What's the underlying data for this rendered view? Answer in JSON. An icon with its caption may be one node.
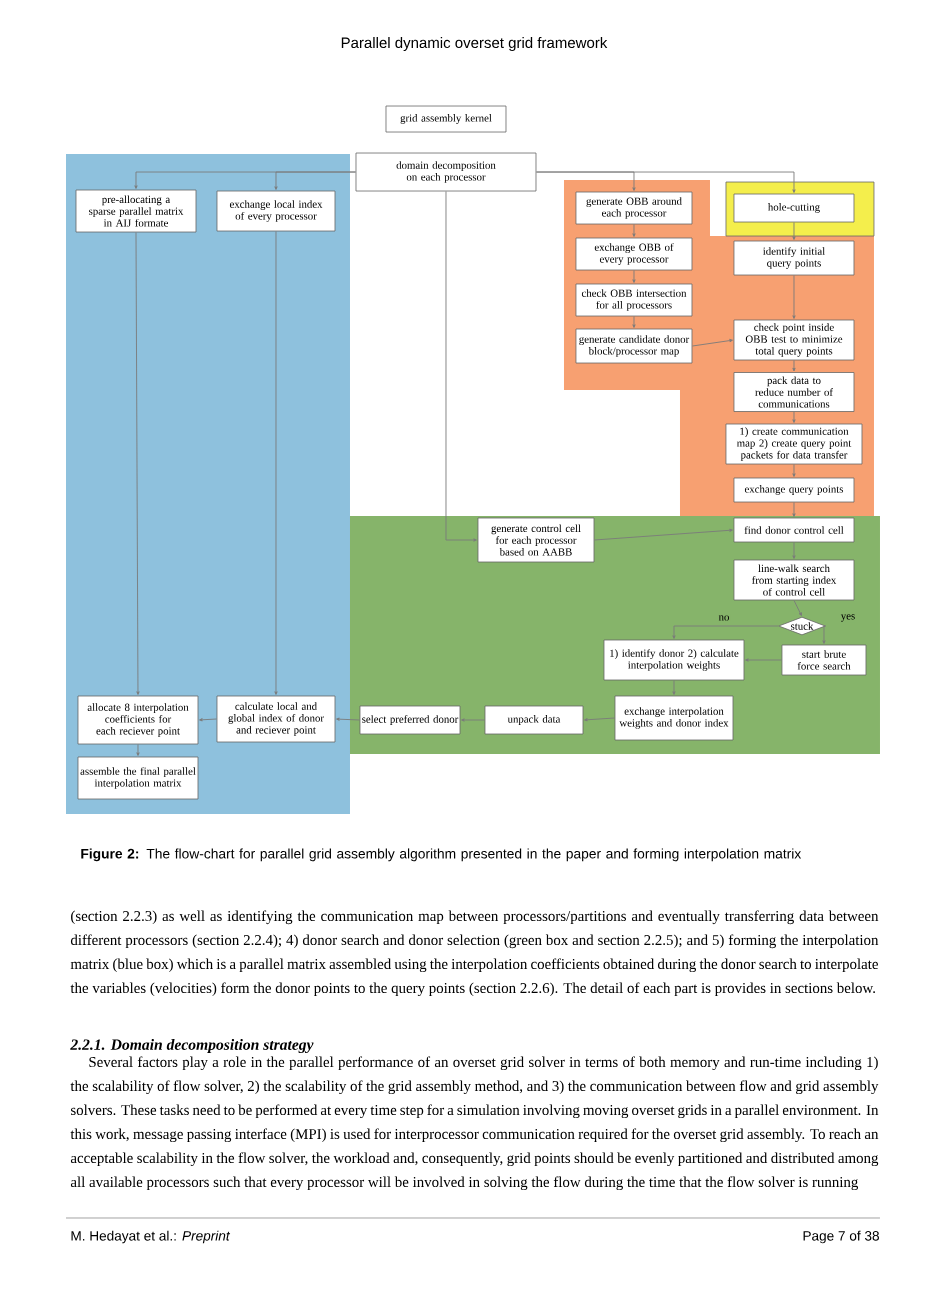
{
  "diagram": {
    "title": "Parallel dynamic overset grid framework",
    "caption": "**Figure 2:** The flow-chart for parallel grid assembly algorithm presented in the paper and forming interpolation matrix",
    "nodes": [
      {
        "text": [
          "grid assembly kernel"
        ]
      },
      {
        "text": [
          "domain decomposition on each processor"
        ]
      },
      {
        "text": [],
        "shape": "box"
      },
      {
        "text": [
          "pre-allocating a sparse parallel matrix in AIJ formate"
        ],
        "in": 2
      },
      {
        "text": [
          "exchange local index of every processor"
        ],
        "in": 2
      },
      {
        "text": [],
        "shape": "box"
      },
      {
        "text": [
          "generate OBB around each processor"
        ],
        "in": 5
      },
      {
        "text": [
          "exchange OBB of every processor"
        ],
        "in": 5
      },
      {
        "text": [
          "check OBB intersection for all processors"
        ],
        "in": 5
      },
      {
        "text": [
          "generate candidate donor block/processor map"
        ],
        "in": 5
      },
      {
        "text": [],
        "shape": "box",
        "in": 5
      },
      {
        "text": [
          "hole-cutting"
        ],
        "in": 10
      },
      {
        "text": [
          "identify initial query points"
        ],
        "in": 5
      },
      {
        "text": [
          "check point inside OBB test to minimize total query points"
        ],
        "in": 5
      },
      {
        "text": [
          "pack data to reduce number of communications"
        ],
        "in": 5
      },
      {
        "text": [
          "1) create communication map 2) create query point packets for data transfer"
        ],
        "in": 5
      },
      {
        "text": [
          "exchange query points"
        ],
        "in": 5
      },
      {
        "text": [],
        "shape": "box"
      },
      {
        "text": [
          "generate control cell for each processor based on AABB"
        ],
        "in": 17
      },
      {
        "text": [
          "find donor control cell"
        ],
        "in": 17
      },
      {
        "text": [
          "line-walk search from starting index of control cell"
        ],
        "in": 17
      },
      {
        "text": [
          "stuck"
        ],
        "in": 17
      },
      {
        "text": [
          "start brute force search"
        ],
        "in": 17
      },
      {
        "text": [
          "1) identify donor 2) calculate interpolation weights"
        ],
        "in": 17
      },
      {
        "text": [
          "exchange interpolation weights and donor index"
        ],
        "in": 17
      },
      {
        "text": [
          "unpack data"
        ],
        "in": 17
      },
      {
        "text": [
          "select preferred donor"
        ],
        "in": 17
      },
      {
        "text": [
          "calculate local and global index of donor and reciever point"
        ],
        "in": 2
      },
      {
        "text": [
          "allocate 8 interpolation coefficients for each reciever point"
        ],
        "in": 2
      },
      {
        "text": [
          "assemble the final parallel interpolation matrix"
        ],
        "in": 2
      }
    ],
    "edges": [
      {
        "from": 1,
        "to": 3,
        "arrow": "to"
      },
      {
        "from": 1,
        "to": 4,
        "arrow": "to"
      },
      {
        "from": 1,
        "to": 6,
        "arrow": "to"
      },
      {
        "from": 1,
        "to": 11,
        "arrow": "to"
      },
      {
        "from": 1,
        "to": 18,
        "arrow": "to"
      },
      {
        "from": 3,
        "to": 28,
        "arrow": "to"
      },
      {
        "from": 4,
        "to": 27,
        "arrow": "to"
      },
      {
        "from": 6,
        "to": 7,
        "arrow": "to"
      },
      {
        "from": 7,
        "to": 8,
        "arrow": "to"
      },
      {
        "from": 8,
        "to": 9,
        "arrow": "to"
      },
      {
        "from": 9,
        "to": 13,
        "arrow": "to"
      },
      {
        "from": 11,
        "to": 12,
        "arrow": "to"
      },
      {
        "from": 12,
        "to": 13,
        "arrow": "to"
      },
      {
        "from": 13,
        "to": 14,
        "arrow": "to"
      },
      {
        "from": 14,
        "to": 15,
        "arrow": "to"
      },
      {
        "from": 15,
        "to": 16,
        "arrow": "to"
      },
      {
        "from": 16,
        "to": 19,
        "arrow": "to"
      },
      {
        "from": 18,
        "to": 19,
        "arrow": "to"
      },
      {
        "from": 19,
        "to": 20,
        "arrow": "to"
      },
      {
        "from": 20,
        "to": 21,
        "arrow": "to"
      },
      {
        "from": 21,
        "to": 23,
        "arrow": "to",
        "label": "no"
      },
      {
        "from": 21,
        "to": 22,
        "arrow": "to",
        "label": "yes"
      },
      {
        "from": 22,
        "to": 23,
        "arrow": "to"
      },
      {
        "from": 23,
        "to": 24,
        "arrow": "to"
      },
      {
        "from": 24,
        "to": 25,
        "arrow": "to"
      },
      {
        "from": 25,
        "to": 26,
        "arrow": "to"
      },
      {
        "from": 26,
        "to": 27,
        "arrow": "to"
      },
      {
        "from": 27,
        "to": 28,
        "arrow": "to"
      },
      {
        "from": 28,
        "to": 29,
        "arrow": "to"
      }
    ],
    "labels": [
      "(section 2.2.3) as well as identifying the communication map between processors/partitions and eventually transferring data between different processors (section 2.2.4); 4) donor search and donor selection (green box and section 2.2.5); and 5) forming the interpolation matrix (blue box) which is a parallel matrix assembled using the interpolation coefficients obtained during the donor search to interpolate the variables (velocities) form the donor points to the query points (section 2.2.6). The detail of each part is provides in sections below.",
      "2.2.1. Domain decomposition strategy",
      "Several factors play a role in the parallel performance of an overset grid solver in terms of both memory and run-time including 1) the scalability of flow solver, 2) the scalability of the grid assembly method, and 3) the communication between flow and grid assembly solvers. These tasks need to be performed at every time step for a simulation involving moving overset grids in a parallel environment. In this work, message passing interface (MPI) is used for interprocessor communication required for the overset grid assembly. To reach an acceptable scalability in the flow solver, the workload and, consequently, grid points should be evenly partitioned and distributed among all available processors such that every processor will be involved in solving the flow during the time that the flow solver is running",
      "M. Hedayat et al.: *Preprint*",
      "Page 7 of 38"
    ]
  }
}
